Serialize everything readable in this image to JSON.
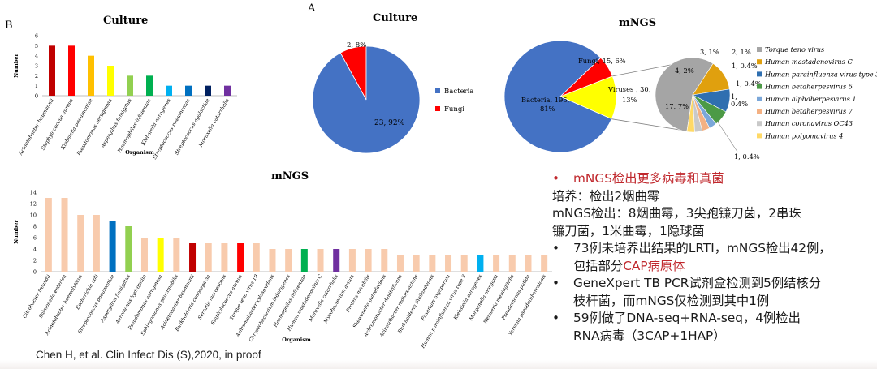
{
  "panel_a": "A",
  "panel_b": "B",
  "citation": "Chen H, et al. Clin Infect Dis (S),2020, in proof",
  "notes": {
    "headline": "mNGS检出更多病毒和真菌",
    "lines": [
      "培养：检出2烟曲霉",
      "mNGS检出：8烟曲霉，3尖孢镰刀菌，2串珠",
      "镰刀菌，1米曲霉，1隐球菌"
    ],
    "b2_line1": "73例未培养出结果的LRTI，mNGS检出42例，",
    "b2_line2_pre": "包括部分",
    "b2_line2_red": "CAP病原体",
    "b3_line1": "GeneXpert TB PCR试剂盒检测到5例结核分",
    "b3_line2": "枝杆菌，而mNGS仅检测到其中1例",
    "b4_line1": "59例做了DNA-seq+RNA-seq，4例检出",
    "b4_line2": "RNA病毒（3CAP+1HAP）",
    "bullet": "•"
  },
  "chart_data": [
    {
      "type": "bar",
      "title": "Culture",
      "xlabel": "Organism",
      "ylabel": "Number",
      "ylim": [
        0,
        6
      ],
      "ticks": [
        0,
        1,
        2,
        3,
        4,
        5,
        6
      ],
      "categories": [
        "Acinetobacter baumannii",
        "Staphylococcus aureus",
        "Klebsiella pneumoniae",
        "Pseudomonas aeruginosa",
        "Aspergillus fumigatus",
        "Haemophilus influenzae",
        "Klebsiella aerogenes",
        "Streptococcus pneumoniae",
        "Streptococcus agalactiae",
        "Moraxella catarrhalis"
      ],
      "values": [
        5,
        5,
        4,
        3,
        2,
        2,
        1,
        1,
        1,
        1
      ],
      "colors": [
        "#c00000",
        "#ff0000",
        "#ffc000",
        "#ffff00",
        "#92d050",
        "#00b050",
        "#00b0f0",
        "#0070c0",
        "#002060",
        "#7030a0"
      ]
    },
    {
      "type": "pie",
      "title": "Culture",
      "slices": [
        {
          "name": "Bacteria",
          "value": 23,
          "label": "23, 92%",
          "color": "#4472c4"
        },
        {
          "name": "Fungi",
          "value": 2,
          "label": "2, 8%",
          "color": "#ff0000"
        }
      ]
    },
    {
      "type": "pie",
      "title": "mNGS",
      "slices": [
        {
          "name": "Bacteria",
          "value": 195,
          "label": "Bacteria, 195, 81%",
          "color": "#4472c4"
        },
        {
          "name": "Fungi",
          "value": 15,
          "label": "Fungi, 15, 6%",
          "color": "#ff0000"
        },
        {
          "name": "Viruses",
          "value": 30,
          "label": "Viruses , 30, 13%",
          "color": "#ffff00"
        }
      ],
      "sub_pie": {
        "slices": [
          {
            "name": "Torque teno virus",
            "value": 17,
            "label": "17, 7%",
            "color": "#a5a5a5"
          },
          {
            "name": "Human mastadenovirus C",
            "value": 4,
            "label": "4, 2%",
            "color": "#e0a00e"
          },
          {
            "name": "Human parainfluenza virus type 3",
            "value": 3,
            "label": "3, 1%",
            "color": "#2f6fb0"
          },
          {
            "name": "Human betaherpesvirus 5",
            "value": 2,
            "label": "2, 1%",
            "color": "#4c9a46"
          },
          {
            "name": "Human alphaherpesvirus 1",
            "value": 1,
            "label": "1, 0.4%",
            "color": "#7ba7d9"
          },
          {
            "name": "Human betaherpesvirus 7",
            "value": 1,
            "label": "1, 0.4%",
            "color": "#f4b183"
          },
          {
            "name": "Human coronavirus OC43",
            "value": 1,
            "label": "1, 0.4%",
            "color": "#c9c9c9"
          },
          {
            "name": "Human polyomavirus 4",
            "value": 1,
            "label": "1, 0.4%",
            "color": "#ffd966"
          }
        ]
      }
    },
    {
      "type": "bar",
      "title": "mNGS",
      "xlabel": "Organism",
      "ylabel": "Number",
      "ylim": [
        0,
        14
      ],
      "ticks": [
        0,
        2,
        4,
        6,
        8,
        10,
        12,
        14
      ],
      "categories": [
        "Citrobacter freundii",
        "Salmonella enterica",
        "Acinetobacter haemolyticus",
        "Escherichia coli",
        "Streptococcus pneumoniae",
        "Aspergillus fumigatus",
        "Aeromonas hydrophila",
        "Pseudomonas aeruginosa",
        "Sphingomonas paucimobilis",
        "Acinetobacter baumannii",
        "Burkholderia cenocepacia",
        "Serratia marcescens",
        "Staphylococcus aureus",
        "Torque teno virus 19",
        "Achromobacter xylosoxidans",
        "Chryseobacterium indologenes",
        "Haemophilus influenzae",
        "Human mastadenovirus C",
        "Moraxella catarrhalis",
        "Mycobacterium avium",
        "Proteus mirabilis",
        "Shewanella putrefaciens",
        "Achromobacter denitrificans",
        "Acinetobacter radioresistens",
        "Burkholderia thailandensis",
        "Fusarium oxysporum",
        "Human parainfluenza virus type 3",
        "Klebsiella aerogenes",
        "Morganella morganii",
        "Neisseria meningitidis",
        "Pseudomonas putida",
        "Yersinia pseudotuberculosis"
      ],
      "values": [
        13,
        13,
        10,
        10,
        9,
        8,
        6,
        6,
        6,
        5,
        5,
        5,
        5,
        5,
        4,
        4,
        4,
        4,
        4,
        4,
        4,
        4,
        3,
        3,
        3,
        3,
        3,
        3,
        3,
        3,
        3,
        3
      ],
      "colors": [
        "#f8cbad",
        "#f8cbad",
        "#f8cbad",
        "#f8cbad",
        "#0070c0",
        "#92d050",
        "#f8cbad",
        "#ffff00",
        "#f8cbad",
        "#c00000",
        "#f8cbad",
        "#f8cbad",
        "#ff0000",
        "#f8cbad",
        "#f8cbad",
        "#f8cbad",
        "#00b050",
        "#f8cbad",
        "#7030a0",
        "#f8cbad",
        "#f8cbad",
        "#f8cbad",
        "#f8cbad",
        "#f8cbad",
        "#f8cbad",
        "#f8cbad",
        "#f8cbad",
        "#00b0f0",
        "#f8cbad",
        "#f8cbad",
        "#f8cbad",
        "#f8cbad"
      ]
    }
  ]
}
